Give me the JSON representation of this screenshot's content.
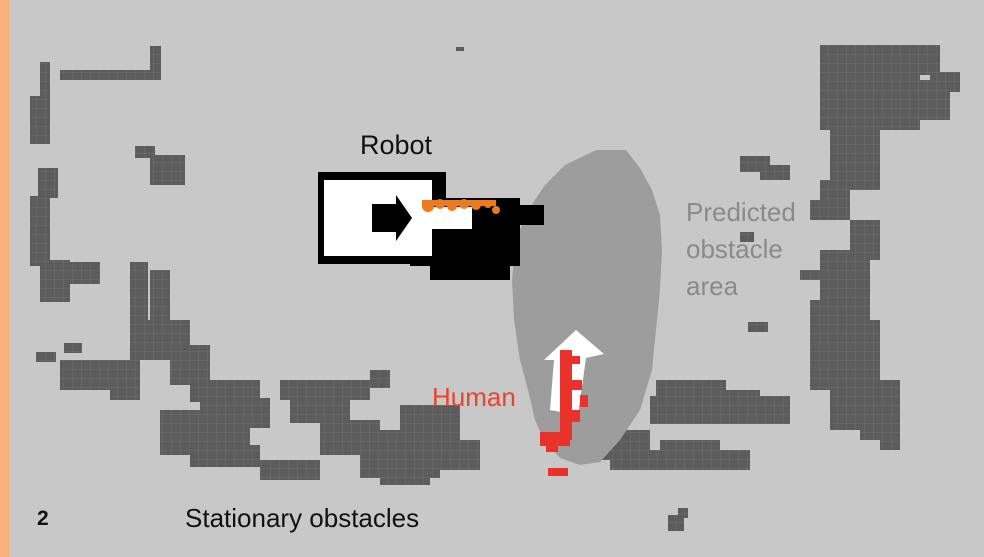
{
  "figure": {
    "number": "2",
    "labels": {
      "robot": "Robot",
      "predicted_area": [
        "Predicted",
        "obstacle",
        "area"
      ],
      "human": "Human",
      "stationary": "Stationary obstacles"
    }
  },
  "colors": {
    "background": "#c8c8c8",
    "left_strip": "#f6b27a",
    "obstacle_cell": "#5c5c5c",
    "predicted_area": "#9d9d9d",
    "robot_body": "#000000",
    "robot_inner": "#ffffff",
    "robot_path": "#ec7a1e",
    "human": "#e8322a",
    "human_arrow": "#ffffff"
  },
  "icons": {
    "robot": "robot-footprint-icon",
    "direction": "heading-arrow-icon",
    "human_motion": "motion-arrow-icon"
  }
}
